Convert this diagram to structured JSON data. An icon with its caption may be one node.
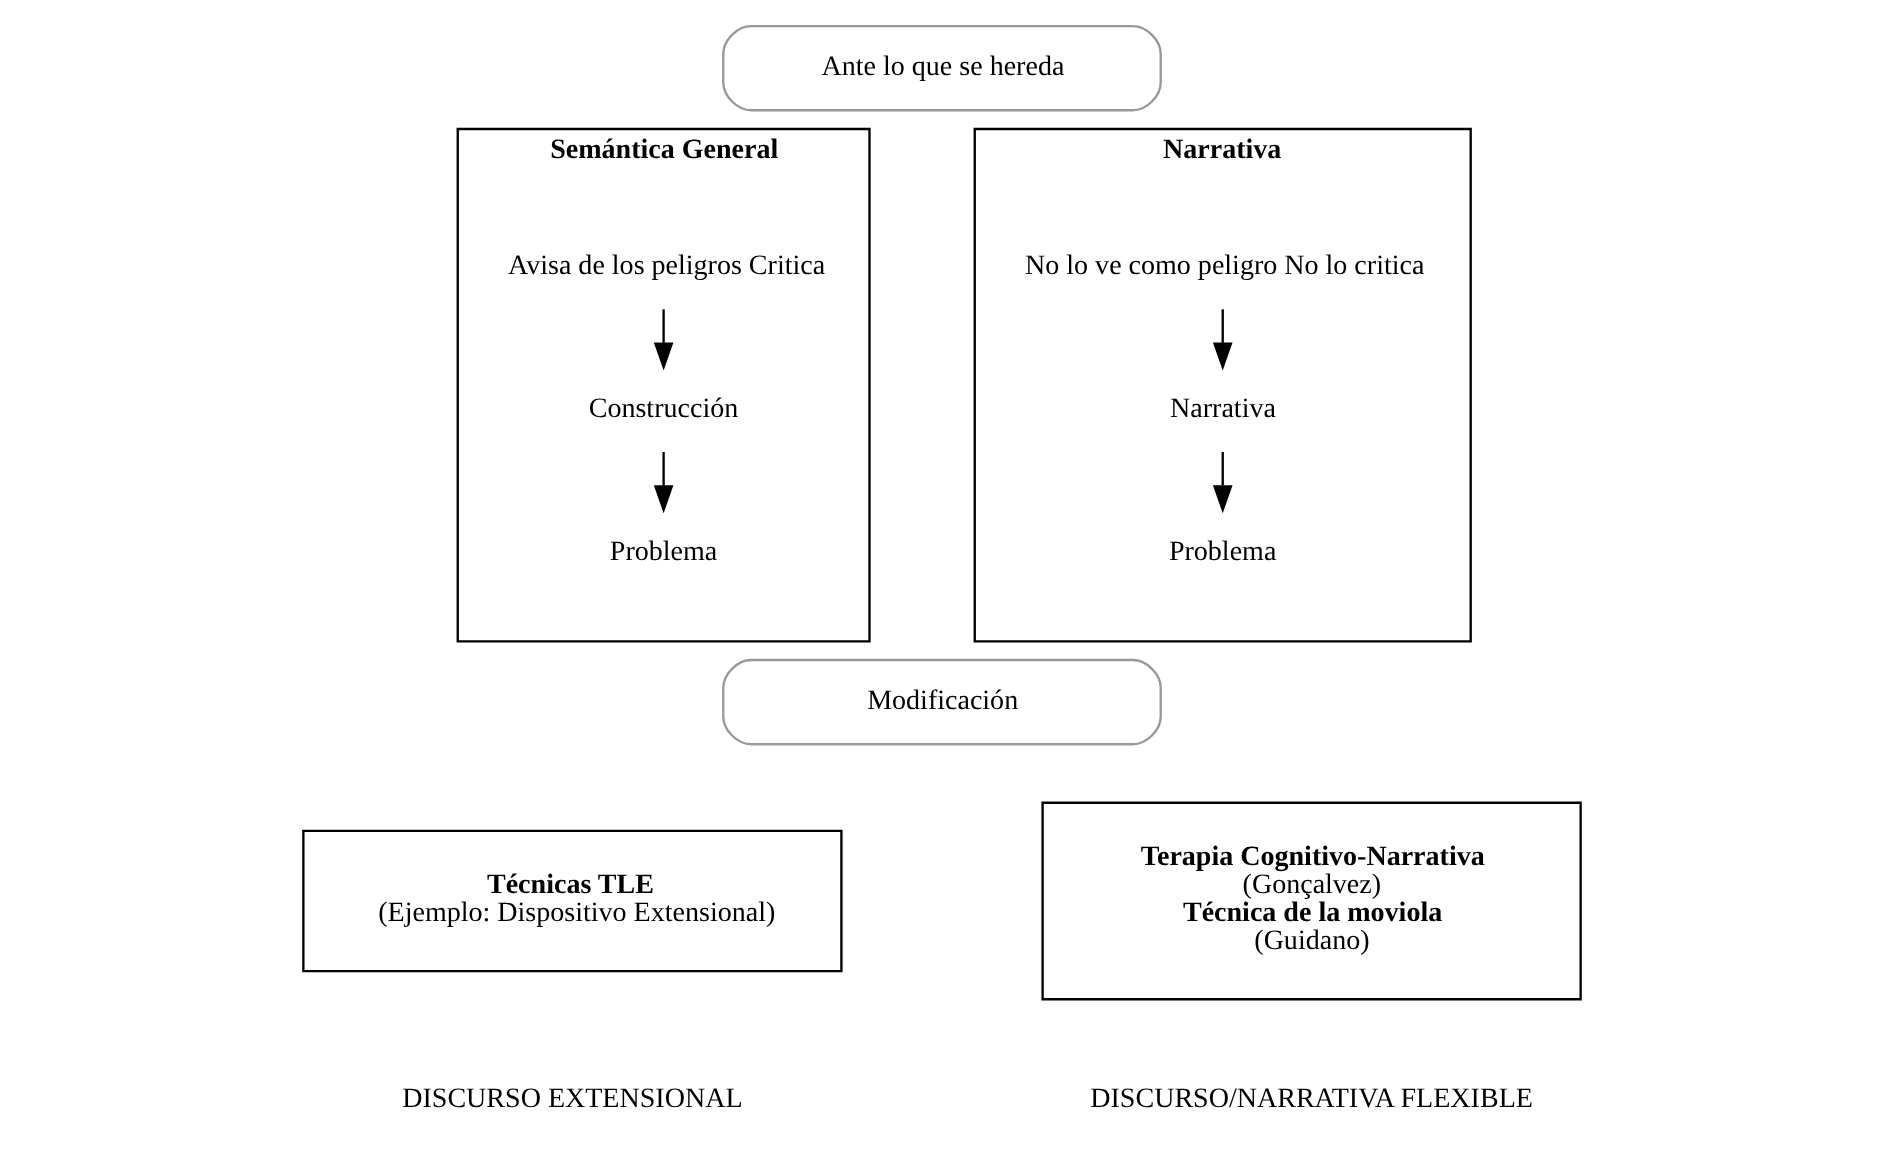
{
  "diagram": {
    "nodes": [
      {
        "text": [
          "Ante lo que se hereda"
        ]
      },
      {
        "text": [
          "Semántica General"
        ]
      },
      {
        "text": [
          "Avisa de los peligros Critica"
        ],
        "in": 1
      },
      {
        "text": [
          "Construcción"
        ],
        "in": 1
      },
      {
        "text": [
          "Problema"
        ],
        "in": 1
      },
      {
        "text": [
          "Narrativa"
        ]
      },
      {
        "text": [
          "No lo ve como peligro No lo critica"
        ],
        "in": 5
      },
      {
        "text": [
          "Narrativa"
        ],
        "in": 5
      },
      {
        "text": [
          "Problema"
        ],
        "in": 5
      },
      {
        "text": [
          "Modificación"
        ]
      },
      {
        "text": [
          "Técnicas TLE",
          "(Ejemplo: Dispositivo Extensional)"
        ]
      },
      {
        "text": [
          "Terapia Cognitivo-Narrativa",
          "(Gonçalvez)",
          "Técnica de la moviola",
          "(Guidano)"
        ]
      }
    ],
    "edges": [
      {
        "from": 2,
        "to": 3,
        "arrow": "to"
      },
      {
        "from": 3,
        "to": 4,
        "arrow": "to"
      },
      {
        "from": 6,
        "to": 7,
        "arrow": "to"
      },
      {
        "from": 7,
        "to": 8,
        "arrow": "to"
      }
    ],
    "labels": [
      "DISCURSO EXTENSIONAL",
      "DISCURSO/NARRATIVA FLEXIBLE"
    ]
  }
}
